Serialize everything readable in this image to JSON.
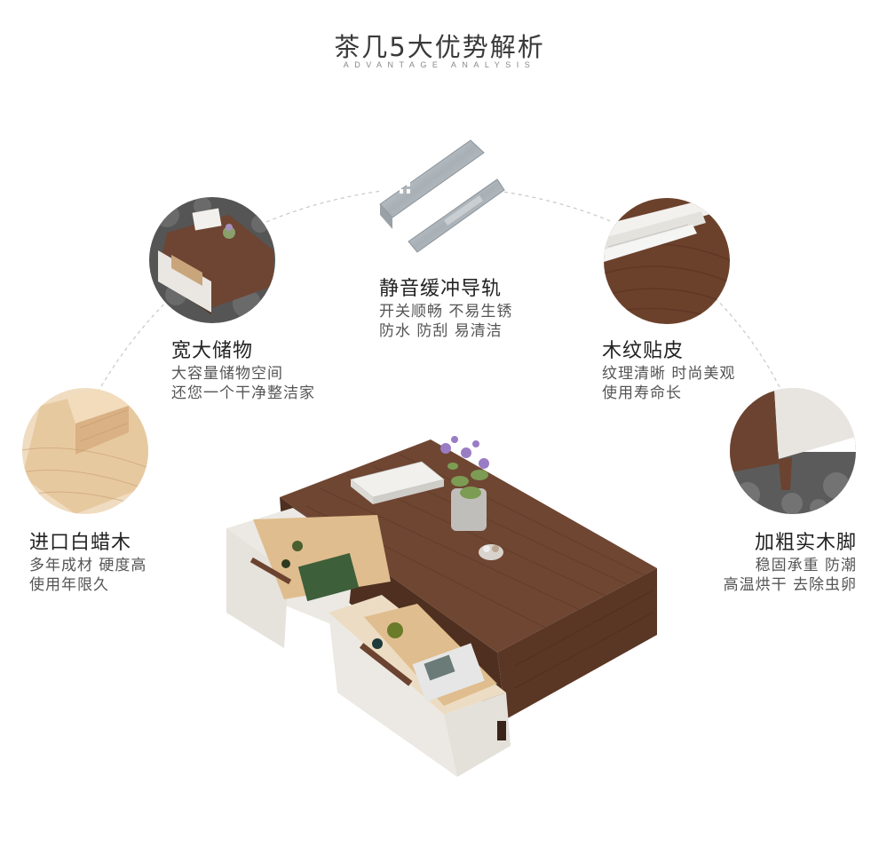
{
  "header": {
    "title": "茶几5大优势解析",
    "subtitle": "ADVANTAGE ANALYSIS"
  },
  "features": [
    {
      "id": "storage",
      "title": "宽大储物",
      "lines": [
        "大容量储物空间",
        "还您一个干净整洁家"
      ],
      "icon": "storage-drawer-image"
    },
    {
      "id": "rail",
      "title": "静音缓冲导轨",
      "lines": [
        "开关顺畅  不易生锈",
        "防水  防刮  易清洁"
      ],
      "icon": "drawer-rail-image"
    },
    {
      "id": "veneer",
      "title": "木纹贴皮",
      "lines": [
        "纹理清晰  时尚美观",
        "使用寿命长"
      ],
      "icon": "wood-veneer-image"
    },
    {
      "id": "wood",
      "title": "进口白蜡木",
      "lines": [
        "多年成材  硬度高",
        "使用年限久"
      ],
      "icon": "ash-wood-image"
    },
    {
      "id": "legs",
      "title": "加粗实木脚",
      "lines": [
        "稳固承重  防潮",
        "高温烘干  去除虫卵"
      ],
      "icon": "solid-wood-leg-image"
    }
  ],
  "colors": {
    "walnut": "#6b4330",
    "walnut_dark": "#4e2f20",
    "drawer_white": "#e9e6e1",
    "ash_wood": "#e6c9a0"
  }
}
